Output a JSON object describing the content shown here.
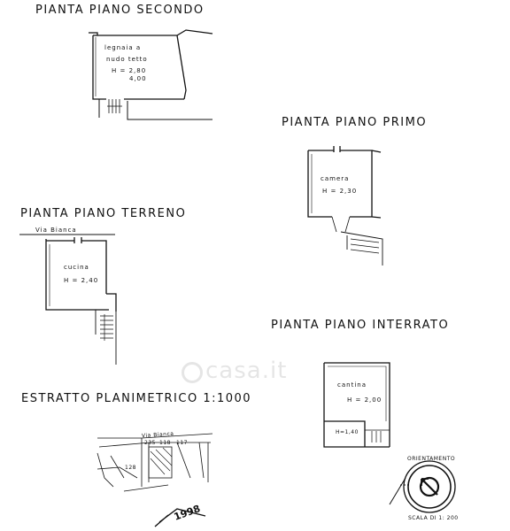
{
  "plans": {
    "secondo": {
      "title": "PIANTA  PIANO  SECONDO",
      "room_line1": "legnaia  a",
      "room_line2": "nudo  tetto",
      "height1": "H = 2,80",
      "height2": "4,00"
    },
    "primo": {
      "title": "PIANTA  PIANO  PRIMO",
      "room": "camera",
      "height": "H = 2,30"
    },
    "terreno": {
      "title": "PIANTA  PIANO  TERRENO",
      "street": "Via  Bianca",
      "room": "cucina",
      "height": "H = 2,40"
    },
    "interrato": {
      "title": "PIANTA  PIANO  INTERRATO",
      "room": "cantina",
      "height": "H = 2,00",
      "small_height": "H=1,40"
    },
    "estratto": {
      "title": "ESTRATTO  PLANIMETRICO  1:1000",
      "street": "Via  Bianca",
      "parcels": [
        "235",
        "118",
        "117",
        "128"
      ]
    }
  },
  "orientation": {
    "label": "ORIENTAMENTO",
    "scale": "SCALA DI 1: 200"
  },
  "watermark": "casa.it",
  "annotation": "1998"
}
